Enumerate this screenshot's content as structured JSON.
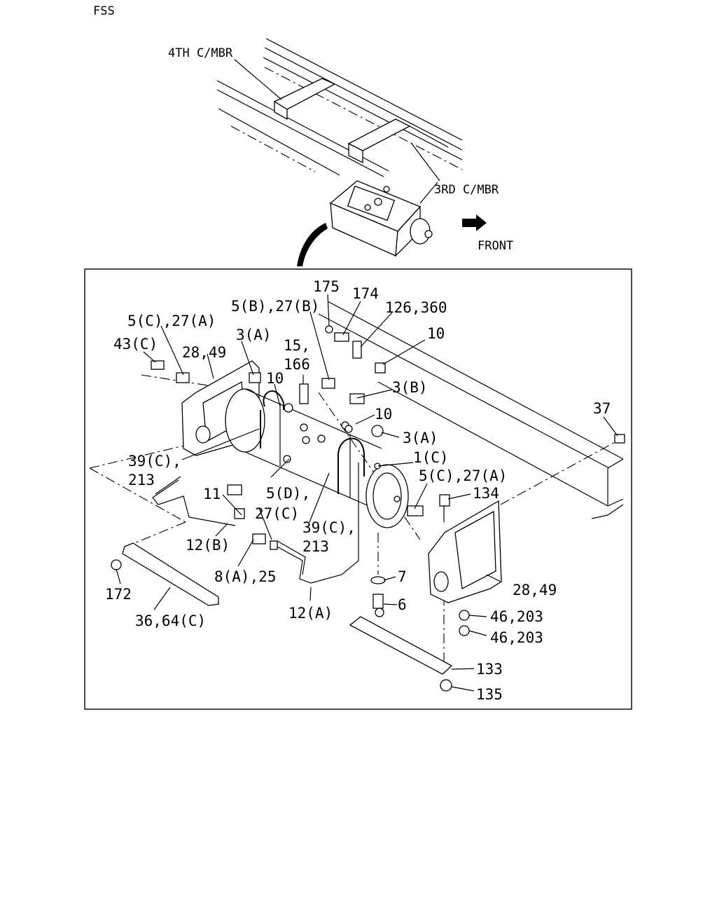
{
  "header": {
    "code": "FSS"
  },
  "overview": {
    "member_4th": "4TH C/MBR",
    "member_3rd": "3RD C/MBR",
    "front": "FRONT"
  },
  "callouts": {
    "c175": "175",
    "c174": "174",
    "c126_360": "126,360",
    "c5b_27b": "5(B),27(B)",
    "c5c_27a_left": "5(C),27(A)",
    "c43c": "43(C)",
    "c28_49_left": "28,49",
    "c3a_left": "3(A)",
    "c15": "15,",
    "c166": "166",
    "c10_top": "10",
    "c10_left": "10",
    "c3b": "3(B)",
    "c10_mid": "10",
    "c3a_right": "3(A)",
    "c37": "37",
    "c39c_left_a": "39(C),",
    "c213_left": "213",
    "c1c": "1(C)",
    "c5c_27a_right": "5(C),27(A)",
    "c134": "134",
    "c11": "11",
    "c5d": "5(D),",
    "c27c": "27(C)",
    "c39c_mid": "39(C),",
    "c213_mid": "213",
    "c12b": "12(B)",
    "c8a_25": "8(A),25",
    "c7": "7",
    "c28_49_right": "28,49",
    "c6": "6",
    "c172": "172",
    "c12a": "12(A)",
    "c36_64c": "36,64(C)",
    "c46_203_a": "46,203",
    "c46_203_b": "46,203",
    "c133": "133",
    "c135": "135"
  }
}
